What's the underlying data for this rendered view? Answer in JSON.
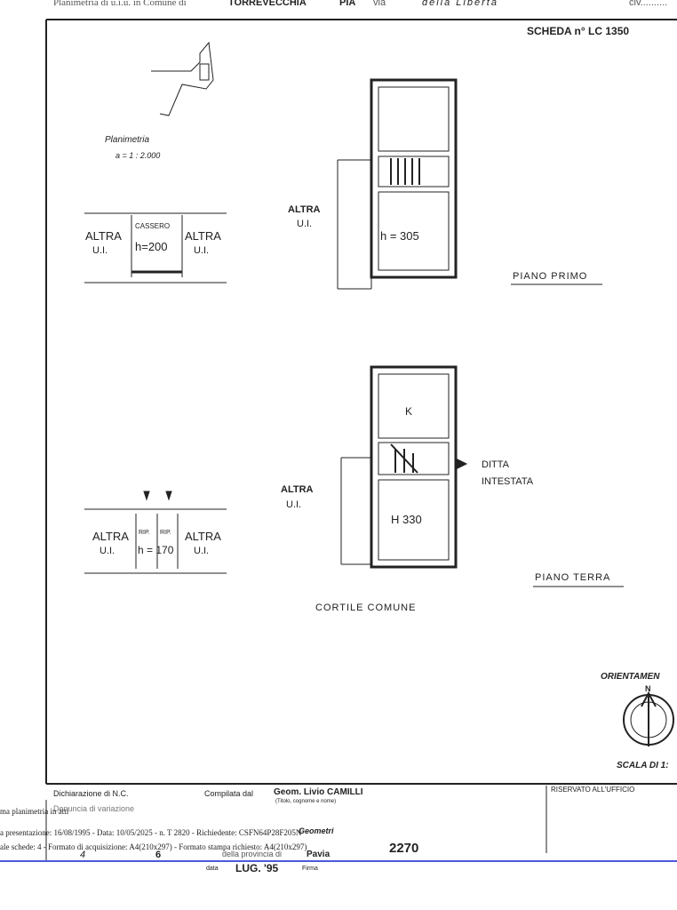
{
  "header": {
    "prefix": "Planimetria di u.i.u. in Comune di",
    "comune": "TORREVECCHIA",
    "comune2": "PIA",
    "via_label": "via",
    "via": "della   Liberta",
    "civ": "civ.........."
  },
  "scheda": "SCHEDA n° LC 1350",
  "location_map": {
    "label": "Planimetria",
    "scale": "a = 1 : 2.000"
  },
  "section_first": {
    "altra_left": "ALTRA",
    "ui_left": "U.I.",
    "cassero": "CASSERO",
    "h": "h=200",
    "altra_right": "ALTRA",
    "ui_right": "U.I."
  },
  "section_ground": {
    "altra_left": "ALTRA",
    "ui_left": "U.I.",
    "rip1": "RIP.",
    "rip2": "RIP.",
    "h": "h = 170",
    "altra_right": "ALTRA",
    "ui_right": "U.I."
  },
  "piano_primo": {
    "altra": "ALTRA",
    "ui": "U.I.",
    "height": "h = 305",
    "label": "PIANO PRIMO"
  },
  "piano_terra": {
    "altra": "ALTRA",
    "ui": "U.I.",
    "k": "K",
    "height": "H 330",
    "ditta1": "DITTA",
    "ditta2": "INTESTATA",
    "label": "PIANO TERRA"
  },
  "cortile": "CORTILE COMUNE",
  "orientamento": {
    "label": "ORIENTAMEN",
    "north": "N"
  },
  "scala": "SCALA DI 1:",
  "footer": {
    "dichiarazione": "Dichiarazione di N.C.",
    "denuncia": "Denuncia di variazione",
    "compilata": "Compilata dal",
    "compilatore": "Geom.   Livio   CAMILLI",
    "titolo_hint": "(Titolo, cognome e nome)",
    "riservato": "RISERVATO ALL'UFFICIO",
    "overlay1": "ma planimetria in atti",
    "overlay2": "a presentazione: 16/08/1995 - Data: 10/05/2025 - n. T 2820 - Richiedente: CSFN64P28F205N",
    "overlay3": "ale schede: 4 - Formato di acquisizione: A4(210x297) - Formato stampa richiesto: A4(210x297)",
    "provincia_label": "della provincia di",
    "provincia": "Pavia",
    "numero": "2270",
    "foglio": "4",
    "num6": "6",
    "data_label": "data",
    "data": "LUG. '95",
    "firma_label": "Firma",
    "geometri": "Geometri"
  }
}
